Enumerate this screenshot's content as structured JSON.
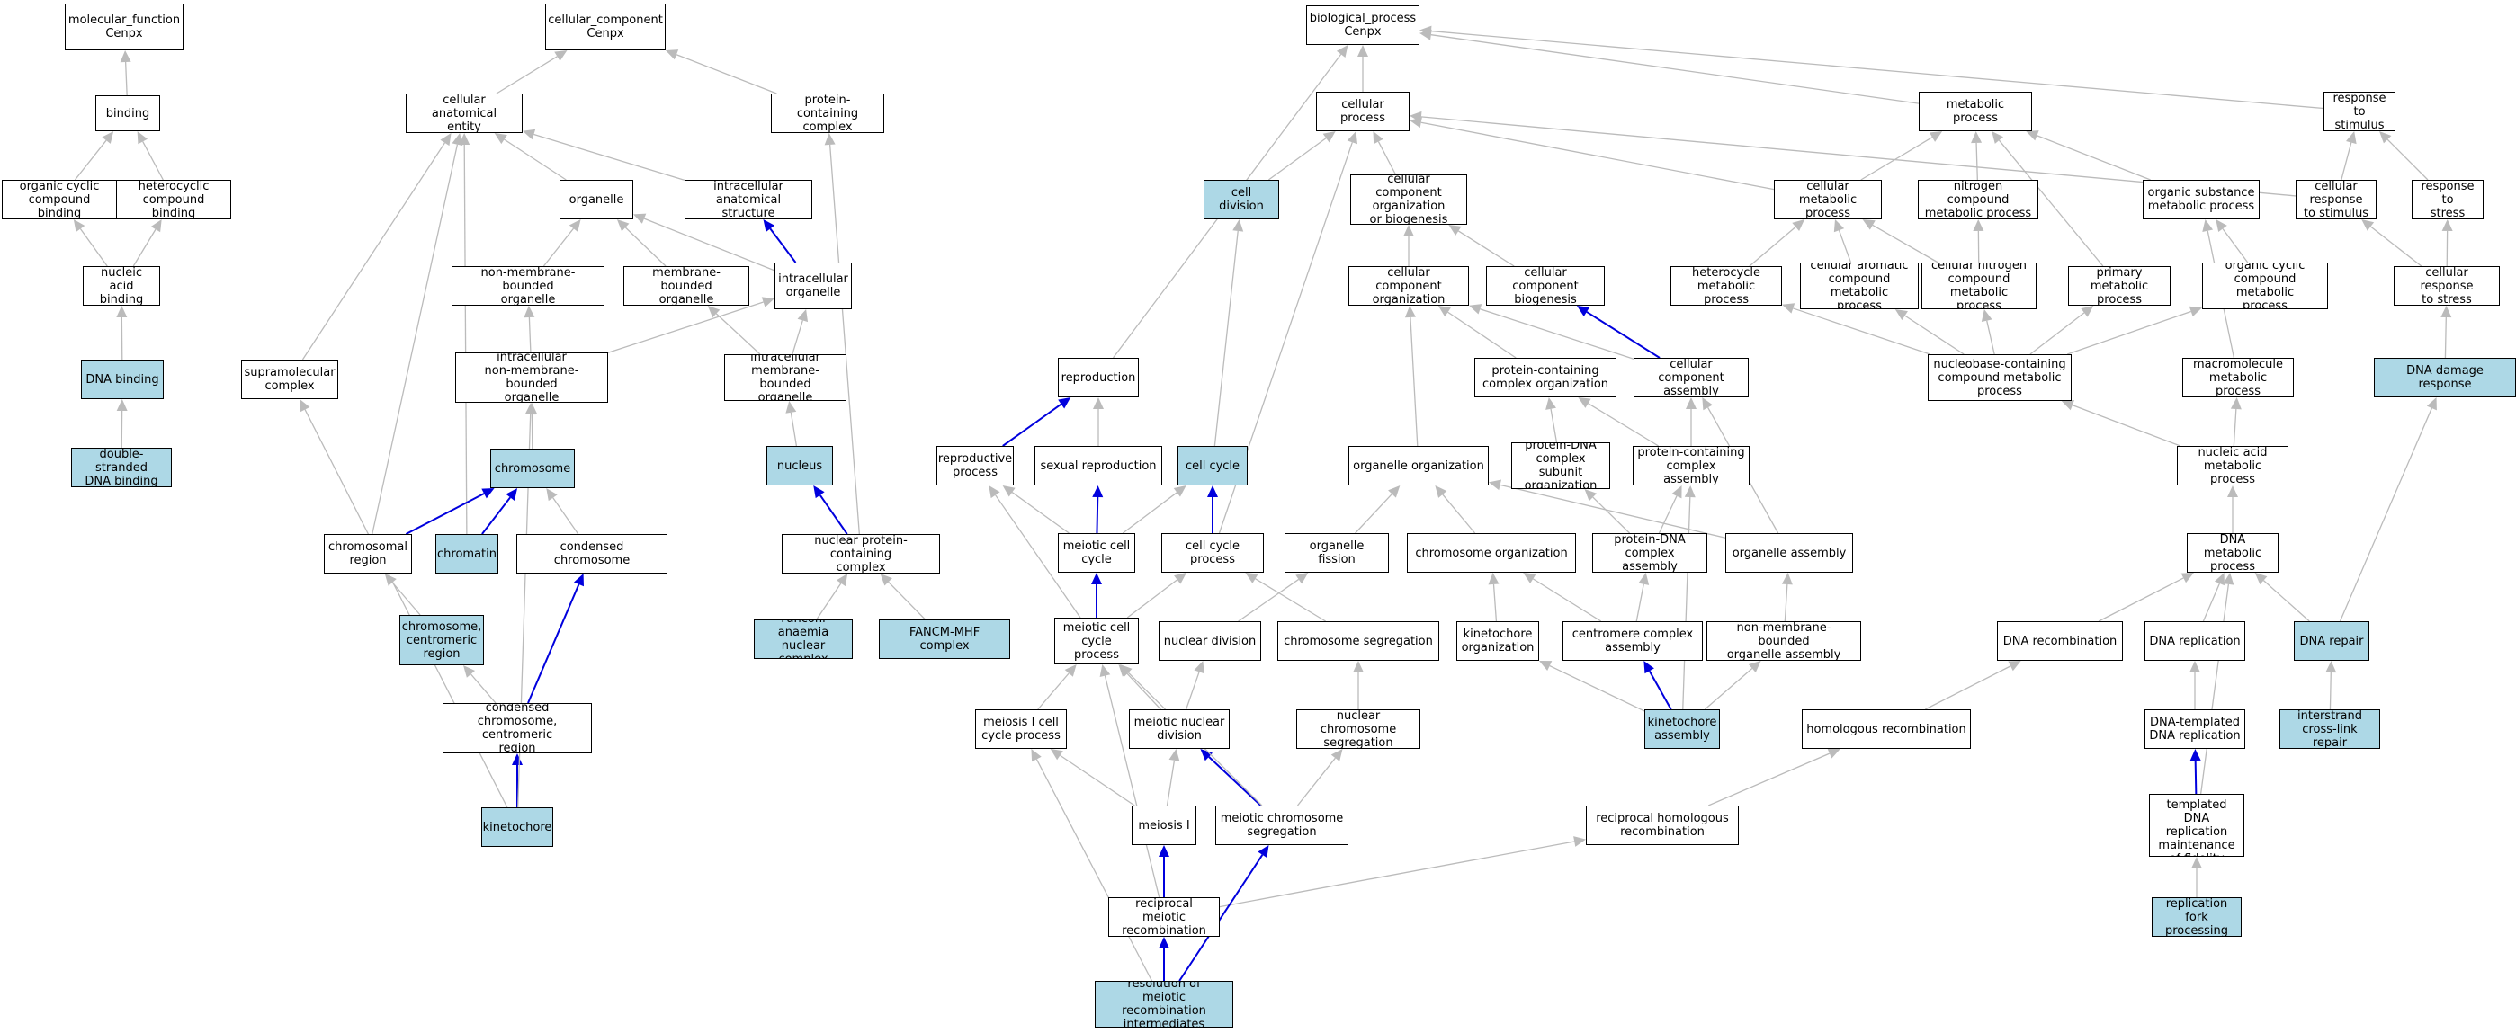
{
  "colors": {
    "highlight_fill": "#add8e6",
    "normal_fill": "#ffffff",
    "edge_grey": "#bbbbbb",
    "edge_blue": "#0000dd",
    "border": "#000000"
  },
  "nodes": {
    "mf": {
      "label": "molecular_function\nCenpx"
    },
    "binding": {
      "label": "binding"
    },
    "ocb": {
      "label": "organic cyclic\ncompound binding"
    },
    "hcb": {
      "label": "heterocyclic\ncompound binding"
    },
    "nab": {
      "label": "nucleic acid\nbinding"
    },
    "dnab": {
      "label": "DNA binding",
      "highlight": true
    },
    "dsdna": {
      "label": "double-stranded\nDNA binding",
      "highlight": true
    },
    "cc": {
      "label": "cellular_component\nCenpx"
    },
    "cae": {
      "label": "cellular anatomical\nentity"
    },
    "pcc": {
      "label": "protein-containing\ncomplex"
    },
    "organelle": {
      "label": "organelle"
    },
    "ias": {
      "label": "intracellular\nanatomical structure"
    },
    "nmbo": {
      "label": "non-membrane-bounded\norganelle"
    },
    "mbo": {
      "label": "membrane-bounded\norganelle"
    },
    "io": {
      "label": "intracellular\norganelle"
    },
    "supra": {
      "label": "supramolecular\ncomplex"
    },
    "inmbo": {
      "label": "intracellular\nnon-membrane-bounded\norganelle"
    },
    "imbo": {
      "label": "intracellular\nmembrane-bounded\norganelle"
    },
    "chromosome": {
      "label": "chromosome",
      "highlight": true
    },
    "nucleus": {
      "label": "nucleus",
      "highlight": true
    },
    "chromreg": {
      "label": "chromosomal\nregion"
    },
    "chromatin": {
      "label": "chromatin",
      "highlight": true
    },
    "condchrom": {
      "label": "condensed chromosome"
    },
    "npcc": {
      "label": "nuclear protein-containing\ncomplex"
    },
    "chromcen": {
      "label": "chromosome,\ncentromeric\nregion",
      "highlight": true
    },
    "fanc": {
      "label": "Fanconi anaemia\nnuclear complex",
      "highlight": true
    },
    "fancm": {
      "label": "FANCM-MHF complex",
      "highlight": true
    },
    "condcen": {
      "label": "condensed chromosome,\ncentromeric\nregion"
    },
    "kinetochore": {
      "label": "kinetochore",
      "highlight": true
    },
    "bp": {
      "label": "biological_process\nCenpx"
    },
    "cp": {
      "label": "cellular process"
    },
    "mp": {
      "label": "metabolic process"
    },
    "rts": {
      "label": "response to\nstimulus"
    },
    "celldiv": {
      "label": "cell division",
      "highlight": true
    },
    "ccob": {
      "label": "cellular component\norganization\nor biogenesis"
    },
    "cmp": {
      "label": "cellular metabolic\nprocess"
    },
    "ncmp": {
      "label": "nitrogen compound\nmetabolic process"
    },
    "osmp": {
      "label": "organic substance\nmetabolic process"
    },
    "crts": {
      "label": "cellular response\nto stimulus"
    },
    "rtstress": {
      "label": "response to\nstress"
    },
    "cco": {
      "label": "cellular component\norganization"
    },
    "ccb": {
      "label": "cellular component\nbiogenesis"
    },
    "hmp": {
      "label": "heterocycle\nmetabolic process"
    },
    "cacmp": {
      "label": "cellular aromatic\ncompound metabolic\nprocess"
    },
    "cncmp": {
      "label": "cellular nitrogen\ncompound metabolic\nprocess"
    },
    "pmp": {
      "label": "primary metabolic\nprocess"
    },
    "occmp": {
      "label": "organic cyclic\ncompound metabolic\nprocess"
    },
    "crtstress": {
      "label": "cellular response\nto stress"
    },
    "reproduction": {
      "label": "reproduction"
    },
    "pcco": {
      "label": "protein-containing\ncomplex organization"
    },
    "cca": {
      "label": "cellular component\nassembly"
    },
    "nbcmp": {
      "label": "nucleobase-containing\ncompound metabolic\nprocess"
    },
    "mmp": {
      "label": "macromolecule\nmetabolic process"
    },
    "ddr": {
      "label": "DNA damage response",
      "highlight": true
    },
    "repproc": {
      "label": "reproductive\nprocess"
    },
    "sexrep": {
      "label": "sexual reproduction"
    },
    "cellcycle": {
      "label": "cell cycle",
      "highlight": true
    },
    "orgorg": {
      "label": "organelle organization"
    },
    "pdnacso": {
      "label": "protein-DNA\ncomplex subunit\norganization"
    },
    "pcca": {
      "label": "protein-containing\ncomplex assembly"
    },
    "namp": {
      "label": "nucleic acid\nmetabolic process"
    },
    "meicc": {
      "label": "meiotic cell\ncycle"
    },
    "ccp": {
      "label": "cell cycle process"
    },
    "orgfis": {
      "label": "organelle fission"
    },
    "chromorg": {
      "label": "chromosome organization"
    },
    "pdnaca": {
      "label": "protein-DNA\ncomplex assembly"
    },
    "orgasm": {
      "label": "organelle assembly"
    },
    "dnamp": {
      "label": "DNA metabolic\nprocess"
    },
    "meiccp": {
      "label": "meiotic cell\ncycle process"
    },
    "nucdiv": {
      "label": "nuclear division"
    },
    "chromseg": {
      "label": "chromosome segregation"
    },
    "kinorg": {
      "label": "kinetochore\norganization"
    },
    "cencomp": {
      "label": "centromere complex\nassembly"
    },
    "nmboa": {
      "label": "non-membrane-bounded\norganelle assembly"
    },
    "dnarec": {
      "label": "DNA recombination"
    },
    "dnarep": {
      "label": "DNA replication"
    },
    "dnarepair": {
      "label": "DNA repair",
      "highlight": true
    },
    "mei1ccp": {
      "label": "meiosis I cell\ncycle process"
    },
    "meind": {
      "label": "meiotic nuclear\ndivision"
    },
    "ncs": {
      "label": "nuclear chromosome\nsegregation"
    },
    "kinasm": {
      "label": "kinetochore\nassembly",
      "highlight": true
    },
    "homrec": {
      "label": "homologous recombination"
    },
    "dtdnarep": {
      "label": "DNA-templated\nDNA replication"
    },
    "icl": {
      "label": "interstrand\ncross-link repair",
      "highlight": true
    },
    "mei1": {
      "label": "meiosis I"
    },
    "meics": {
      "label": "meiotic chromosome\nsegregation"
    },
    "rhr": {
      "label": "reciprocal homologous\nrecombination"
    },
    "dtdnarmf": {
      "label": "DNA-templated\nDNA replication\nmaintenance\nof fidelity"
    },
    "rmr": {
      "label": "reciprocal meiotic\nrecombination"
    },
    "rfp": {
      "label": "replication\nfork processing",
      "highlight": true
    },
    "rmri": {
      "label": "resolution of\nmeiotic recombination\nintermediates",
      "highlight": true
    }
  },
  "edges": [
    [
      "binding",
      "mf",
      "g"
    ],
    [
      "ocb",
      "binding",
      "g"
    ],
    [
      "hcb",
      "binding",
      "g"
    ],
    [
      "nab",
      "ocb",
      "g"
    ],
    [
      "nab",
      "hcb",
      "g"
    ],
    [
      "dnab",
      "nab",
      "g"
    ],
    [
      "dsdna",
      "dnab",
      "g"
    ],
    [
      "cae",
      "cc",
      "g"
    ],
    [
      "pcc",
      "cc",
      "g"
    ],
    [
      "organelle",
      "cae",
      "g"
    ],
    [
      "ias",
      "cae",
      "g"
    ],
    [
      "supra",
      "cae",
      "g"
    ],
    [
      "chromreg",
      "cae",
      "g"
    ],
    [
      "chromatin",
      "cae",
      "g"
    ],
    [
      "nmbo",
      "organelle",
      "g"
    ],
    [
      "mbo",
      "organelle",
      "g"
    ],
    [
      "io",
      "organelle",
      "g"
    ],
    [
      "io",
      "ias",
      "b"
    ],
    [
      "inmbo",
      "nmbo",
      "g"
    ],
    [
      "inmbo",
      "io",
      "g"
    ],
    [
      "imbo",
      "mbo",
      "g"
    ],
    [
      "imbo",
      "io",
      "g"
    ],
    [
      "chromosome",
      "inmbo",
      "g"
    ],
    [
      "nucleus",
      "imbo",
      "g"
    ],
    [
      "chromreg",
      "chromosome",
      "b"
    ],
    [
      "chromatin",
      "chromosome",
      "b"
    ],
    [
      "condchrom",
      "chromosome",
      "g"
    ],
    [
      "npcc",
      "pcc",
      "g"
    ],
    [
      "npcc",
      "nucleus",
      "b"
    ],
    [
      "chromcen",
      "chromreg",
      "g"
    ],
    [
      "condcen",
      "chromcen",
      "g"
    ],
    [
      "condcen",
      "condchrom",
      "b"
    ],
    [
      "kinetochore",
      "condcen",
      "b"
    ],
    [
      "kinetochore",
      "supra",
      "g"
    ],
    [
      "kinetochore",
      "inmbo",
      "g"
    ],
    [
      "fanc",
      "npcc",
      "g"
    ],
    [
      "fancm",
      "npcc",
      "g"
    ],
    [
      "cp",
      "bp",
      "g"
    ],
    [
      "mp",
      "bp",
      "g"
    ],
    [
      "rts",
      "bp",
      "g"
    ],
    [
      "reproduction",
      "bp",
      "g"
    ],
    [
      "celldiv",
      "cp",
      "g"
    ],
    [
      "ccob",
      "cp",
      "g"
    ],
    [
      "cmp",
      "cp",
      "g"
    ],
    [
      "cmp",
      "mp",
      "g"
    ],
    [
      "ncmp",
      "mp",
      "g"
    ],
    [
      "osmp",
      "mp",
      "g"
    ],
    [
      "crts",
      "rts",
      "g"
    ],
    [
      "crts",
      "cp",
      "g"
    ],
    [
      "rtstress",
      "rts",
      "g"
    ],
    [
      "cco",
      "ccob",
      "g"
    ],
    [
      "ccb",
      "ccob",
      "g"
    ],
    [
      "hmp",
      "cmp",
      "g"
    ],
    [
      "cacmp",
      "cmp",
      "g"
    ],
    [
      "cncmp",
      "cmp",
      "g"
    ],
    [
      "cncmp",
      "ncmp",
      "g"
    ],
    [
      "pmp",
      "mp",
      "g"
    ],
    [
      "occmp",
      "osmp",
      "g"
    ],
    [
      "crtstress",
      "crts",
      "g"
    ],
    [
      "crtstress",
      "rtstress",
      "g"
    ],
    [
      "pcco",
      "cco",
      "g"
    ],
    [
      "cca",
      "ccb",
      "b"
    ],
    [
      "cca",
      "cco",
      "g"
    ],
    [
      "nbcmp",
      "hmp",
      "g"
    ],
    [
      "nbcmp",
      "cacmp",
      "g"
    ],
    [
      "nbcmp",
      "cncmp",
      "g"
    ],
    [
      "nbcmp",
      "pmp",
      "g"
    ],
    [
      "nbcmp",
      "occmp",
      "g"
    ],
    [
      "mmp",
      "osmp",
      "g"
    ],
    [
      "ddr",
      "crtstress",
      "g"
    ],
    [
      "repproc",
      "reproduction",
      "b"
    ],
    [
      "sexrep",
      "reproduction",
      "g"
    ],
    [
      "cellcycle",
      "celldiv",
      "g"
    ],
    [
      "orgorg",
      "cco",
      "g"
    ],
    [
      "pdnacso",
      "pcco",
      "g"
    ],
    [
      "pcca",
      "pcco",
      "g"
    ],
    [
      "pcca",
      "cca",
      "g"
    ],
    [
      "namp",
      "nbcmp",
      "g"
    ],
    [
      "namp",
      "mmp",
      "g"
    ],
    [
      "meicc",
      "sexrep",
      "b"
    ],
    [
      "meicc",
      "repproc",
      "g"
    ],
    [
      "meicc",
      "cellcycle",
      "g"
    ],
    [
      "ccp",
      "cellcycle",
      "b"
    ],
    [
      "ccp",
      "cp",
      "g"
    ],
    [
      "orgfis",
      "orgorg",
      "g"
    ],
    [
      "chromorg",
      "orgorg",
      "g"
    ],
    [
      "pdnaca",
      "pdnacso",
      "g"
    ],
    [
      "pdnaca",
      "pcca",
      "g"
    ],
    [
      "orgasm",
      "orgorg",
      "g"
    ],
    [
      "orgasm",
      "cca",
      "g"
    ],
    [
      "dnamp",
      "namp",
      "g"
    ],
    [
      "meiccp",
      "meicc",
      "b"
    ],
    [
      "meiccp",
      "ccp",
      "g"
    ],
    [
      "meiccp",
      "repproc",
      "g"
    ],
    [
      "nucdiv",
      "orgfis",
      "g"
    ],
    [
      "chromseg",
      "ccp",
      "g"
    ],
    [
      "kinorg",
      "chromorg",
      "g"
    ],
    [
      "cencomp",
      "chromorg",
      "g"
    ],
    [
      "cencomp",
      "pdnaca",
      "g"
    ],
    [
      "nmboa",
      "orgasm",
      "g"
    ],
    [
      "dnarec",
      "dnamp",
      "g"
    ],
    [
      "dnarep",
      "dnamp",
      "g"
    ],
    [
      "dnarepair",
      "dnamp",
      "g"
    ],
    [
      "dnarepair",
      "ddr",
      "g"
    ],
    [
      "mei1ccp",
      "meiccp",
      "g"
    ],
    [
      "meind",
      "meiccp",
      "g"
    ],
    [
      "meind",
      "nucdiv",
      "g"
    ],
    [
      "ncs",
      "chromseg",
      "g"
    ],
    [
      "kinasm",
      "kinorg",
      "g"
    ],
    [
      "kinasm",
      "cencomp",
      "b"
    ],
    [
      "kinasm",
      "nmboa",
      "g"
    ],
    [
      "kinasm",
      "pcca",
      "g"
    ],
    [
      "homrec",
      "dnarec",
      "g"
    ],
    [
      "dtdnarep",
      "dnarep",
      "g"
    ],
    [
      "icl",
      "dnarepair",
      "g"
    ],
    [
      "mei1",
      "meind",
      "g"
    ],
    [
      "mei1",
      "mei1ccp",
      "g"
    ],
    [
      "meics",
      "meind",
      "b"
    ],
    [
      "meics",
      "ncs",
      "g"
    ],
    [
      "meics",
      "meiccp",
      "g"
    ],
    [
      "rhr",
      "homrec",
      "g"
    ],
    [
      "dtdnarmf",
      "dtdnarep",
      "b"
    ],
    [
      "dtdnarmf",
      "dnamp",
      "g"
    ],
    [
      "rmr",
      "mei1",
      "b"
    ],
    [
      "rmr",
      "rhr",
      "g"
    ],
    [
      "rmr",
      "meiccp",
      "g"
    ],
    [
      "rfp",
      "dtdnarmf",
      "g"
    ],
    [
      "rmri",
      "rmr",
      "b"
    ],
    [
      "rmri",
      "meics",
      "b"
    ],
    [
      "rmri",
      "mei1ccp",
      "g"
    ]
  ]
}
